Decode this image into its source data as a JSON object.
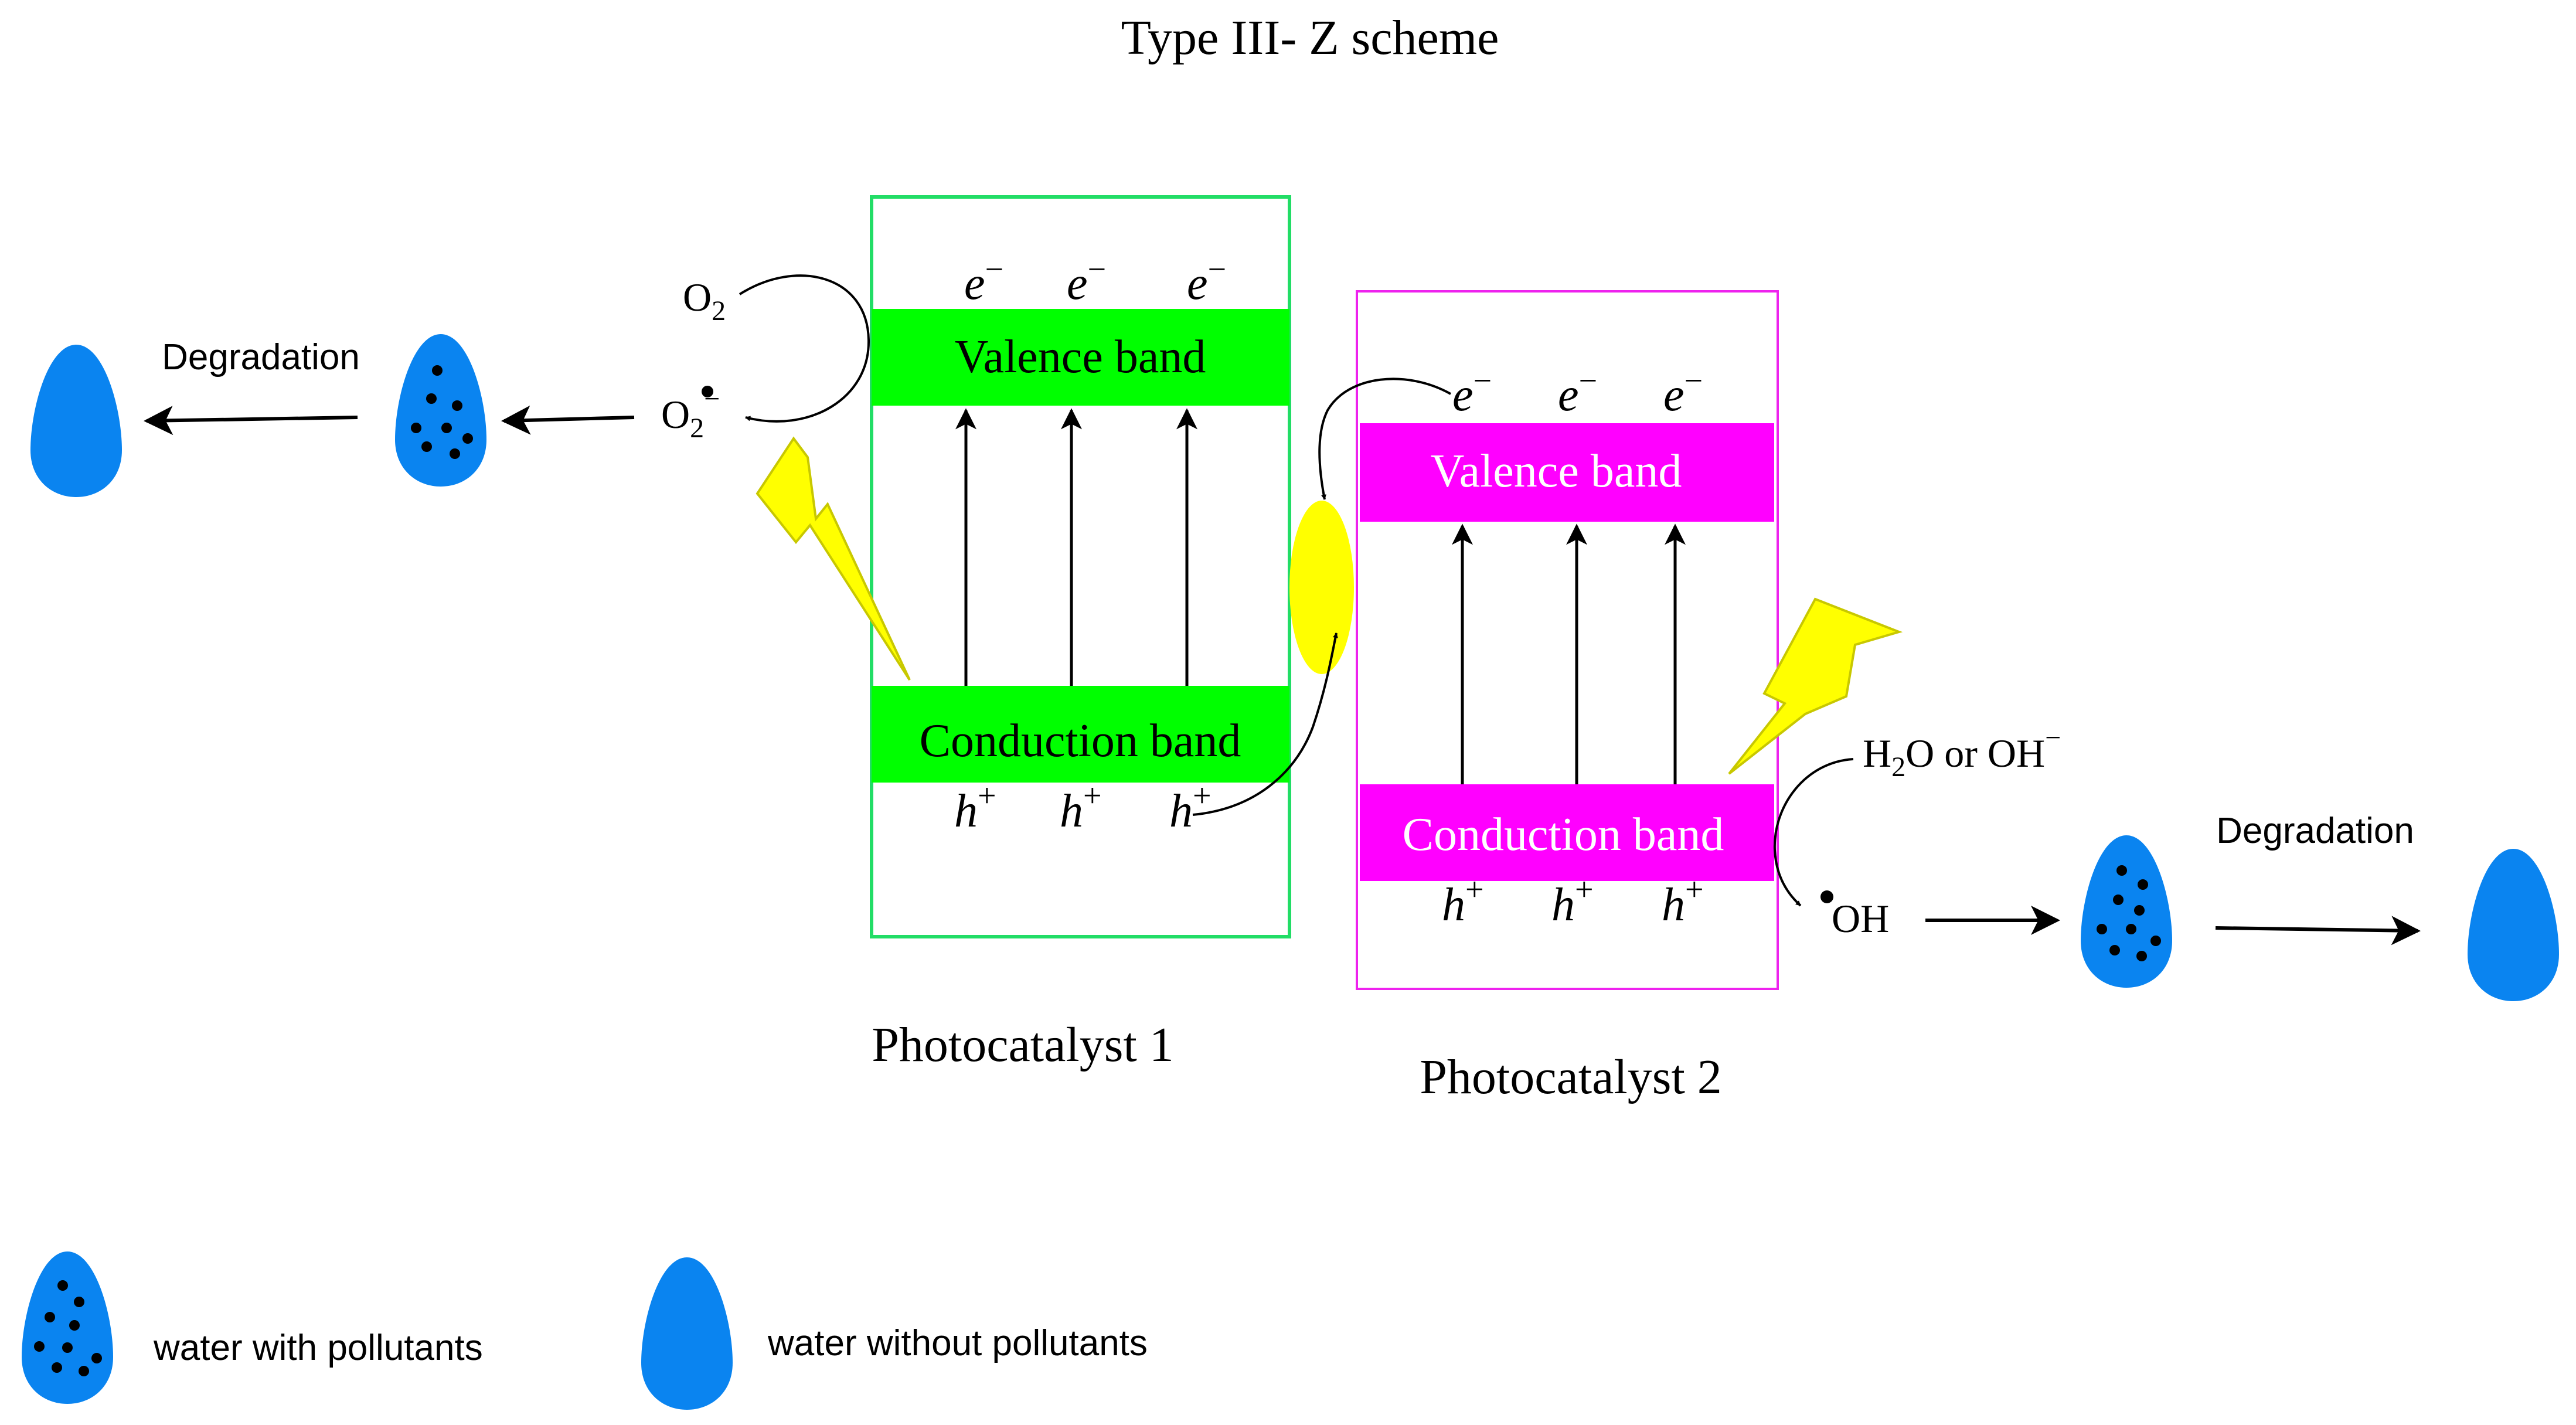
{
  "title": "Type III- Z scheme",
  "colors": {
    "pc1_accent": "#00ff00",
    "pc1_border": "#22dd66",
    "pc2_accent": "#ff00ff",
    "water_blue": "#0a84f0",
    "lightning_yellow": "#ffff00",
    "junction_yellow": "#ffff00"
  },
  "pc1": {
    "name": "Photocatalyst 1",
    "top_band": "Valence band",
    "bottom_band": "Conduction band",
    "electron": "e",
    "electron_charge": "−",
    "hole": "h",
    "hole_charge": "+"
  },
  "pc2": {
    "name": "Photocatalyst 2",
    "top_band": "Valence band",
    "bottom_band": "Conduction band",
    "electron": "e",
    "electron_charge": "−",
    "hole": "h",
    "hole_charge": "+"
  },
  "left_reaction": {
    "reactant": "O",
    "reactant_sub": "2",
    "product": "O",
    "product_sub": "2",
    "product_sup": "−",
    "process": "Degradation"
  },
  "right_reaction": {
    "reactant_a": "H",
    "reactant_a_sub": "2",
    "reactant_a_rest": "O or OH",
    "reactant_a_sup": "−",
    "product": "OH",
    "process": "Degradation"
  },
  "legend": {
    "polluted": "water with pollutants",
    "clean": "water without pollutants"
  },
  "icons": {
    "drop_polluted": "water-drop-with-dots",
    "drop_clean": "water-drop",
    "lightning": "lightning-bolt",
    "radical_dot": "dot"
  }
}
